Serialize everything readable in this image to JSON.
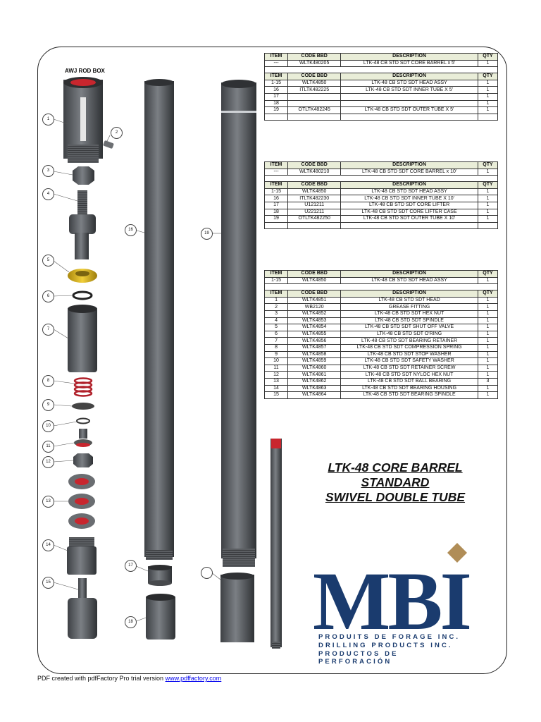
{
  "rod_box_label": "AWJ ROD BOX",
  "headers": {
    "item": "ITEM",
    "code": "CODE BBD",
    "desc": "DESCRIPTION",
    "qty": "QTY"
  },
  "table1_top": [
    [
      "---",
      "WLTK480205",
      "LTK-48 CB STD SDT CORE BARREL x 5'",
      "1"
    ]
  ],
  "table1_bottom": [
    [
      "1-15",
      "WLTK4850",
      "LTK-48 CB STD SDT HEAD ASSY",
      "1"
    ],
    [
      "16",
      "ITLTK482225",
      "LTK-48 CB STD SDT INNER TUBE X 5'",
      "1"
    ],
    [
      "17",
      "",
      "",
      "1"
    ],
    [
      "18",
      "",
      "",
      "1"
    ],
    [
      "19",
      "OTLTK482245",
      "LTK-48 CB STD SDT OUTER TUBE X 5'",
      "1"
    ]
  ],
  "table2_top": [
    [
      "---",
      "WLTK480210",
      "LTK-48 CB STD SDT CORE BARREL x 10'",
      "1"
    ]
  ],
  "table2_bottom": [
    [
      "1-15",
      "WLTK4850",
      "LTK-48 CB STD SDT HEAD ASSY",
      "1"
    ],
    [
      "16",
      "ITLTK482230",
      "LTK-48 CB STD SDT INNER TUBE X 10'",
      "1"
    ],
    [
      "17",
      "U121211",
      "LTK-48 CB STD SDT CORE LIFTER",
      "1"
    ],
    [
      "18",
      "U221211",
      "LTK-48 CB STD SDT CORE LIFTER CASE",
      "1"
    ],
    [
      "19",
      "OTLTK482250",
      "LTK-48 CB STD SDT OUTER TUBE X 10'",
      "1"
    ]
  ],
  "table3_top": [
    [
      "1-15",
      "WLTK4850",
      "LTK-48 CB STD SDT HEAD ASSY",
      "1"
    ]
  ],
  "table3_bottom": [
    [
      "1",
      "WLTK4851",
      "LTK-48 CB STD SDT HEAD",
      "1"
    ],
    [
      "2",
      "WB2120",
      "GREASE FITTING",
      "1"
    ],
    [
      "3",
      "WLTK4852",
      "LTK-48 CB STD SDT HEX NUT",
      "1"
    ],
    [
      "4",
      "WLTK4853",
      "LTK-48 CB STD SDT SPINDLE",
      "1"
    ],
    [
      "5",
      "WLTK4854",
      "LTK-48 CB STD SDT SHUT OFF VALVE",
      "1"
    ],
    [
      "6",
      "WLTK4855",
      "LTK-48 CB STD SDT O'RING",
      "1"
    ],
    [
      "7",
      "WLTK4856",
      "LTK-48 CB STD SDT BEARING RETAINER",
      "1"
    ],
    [
      "8",
      "WLTK4857",
      "LTK-48 CB STD SDT COMPRESSION SPRING",
      "1"
    ],
    [
      "9",
      "WLTK4858",
      "LTK-48 CB STD SDT STOP WASHER",
      "1"
    ],
    [
      "10",
      "WLTK4859",
      "LTK-48 CB STD SDT SAFETY WASHER",
      "1"
    ],
    [
      "11",
      "WLTK4860",
      "LTK-48 CB STD SDT RETAINER SCREW",
      "1"
    ],
    [
      "12",
      "WLTK4861",
      "LTK-48 CB STD SDT NYLOC HEX NUT",
      "1"
    ],
    [
      "13",
      "WLTK4862",
      "LTK-48 CB STD SDT BALL BEARING",
      "3"
    ],
    [
      "14",
      "WLTK4863",
      "LTK-48 CB STD SDT BEARING HOUSING",
      "1"
    ],
    [
      "15",
      "WLTK4864",
      "LTK-48 CB STD SDT BEARING SPINDLE",
      "1"
    ]
  ],
  "callouts": [
    "1",
    "2",
    "3",
    "4",
    "5",
    "6",
    "7",
    "8",
    "9",
    "10",
    "11",
    "12",
    "13",
    "14",
    "15",
    "16",
    "17",
    "18",
    "19",
    ""
  ],
  "title_line1": "LTK-48 CORE BARREL STANDARD",
  "title_line2": "SWIVEL DOUBLE TUBE",
  "logo_text": "MBI",
  "tagline": [
    "PRODUITS DE FORAGE INC.",
    "DRILLING PRODUCTS INC.",
    "PRODUCTOS DE PERFORACIÓN"
  ],
  "footer_prefix": "PDF created with pdfFactory Pro trial version ",
  "footer_link": "www.pdffactory.com",
  "colors": {
    "navy": "#1a3b6e",
    "gold": "#b08d57",
    "header_bg": "#e9edd8",
    "part_gray": "#55585c",
    "valve_yellow": "#e2b714",
    "seal_red": "#c8262e"
  }
}
